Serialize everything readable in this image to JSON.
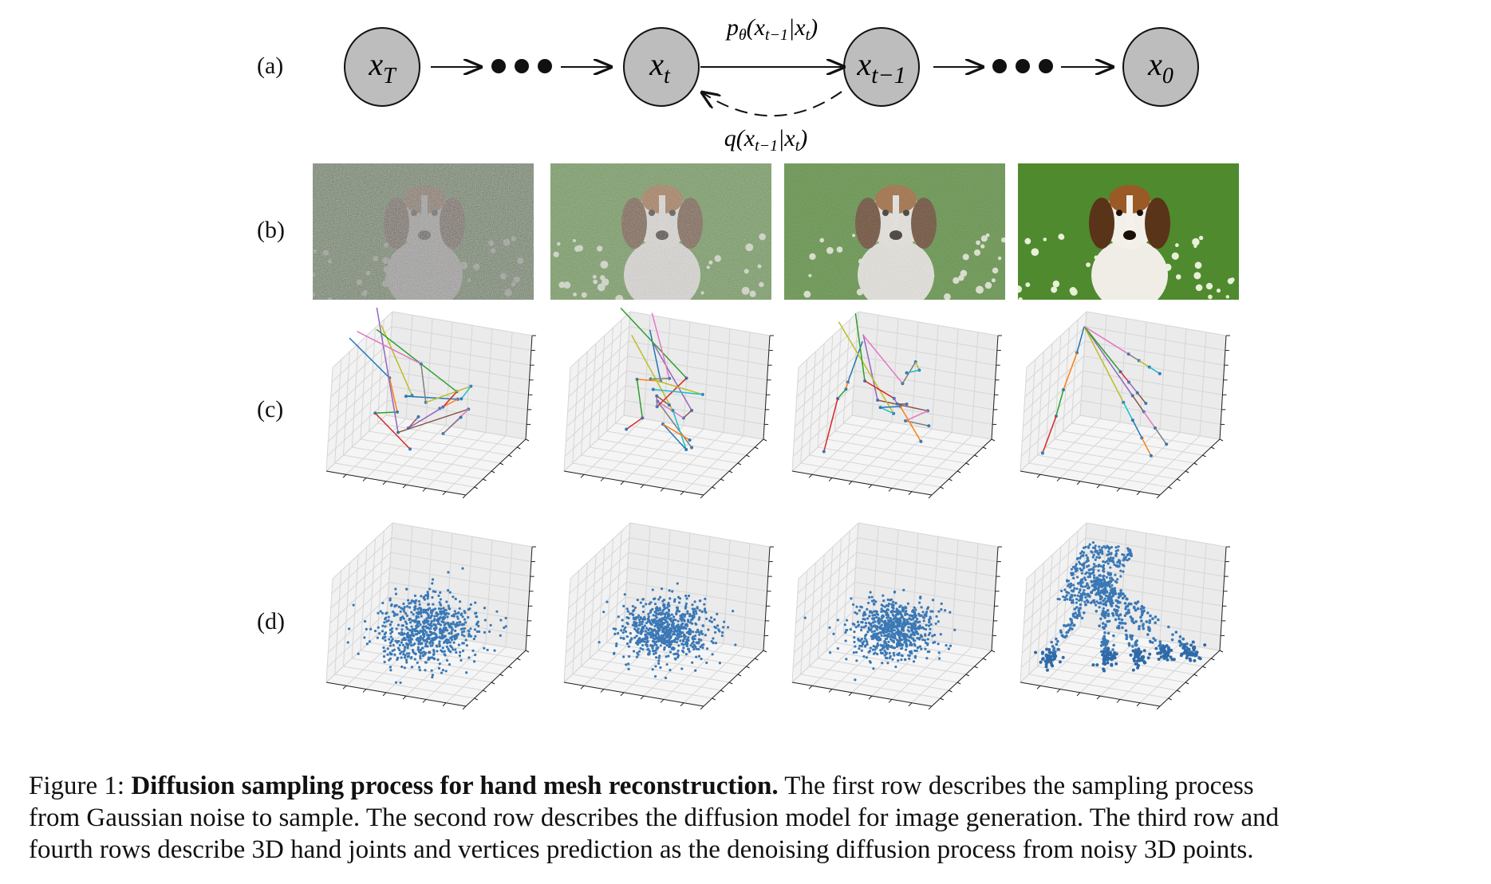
{
  "rows": {
    "a": "(a)",
    "b": "(b)",
    "c": "(c)",
    "d": "(d)"
  },
  "diagram": {
    "nodes": [
      {
        "main": "x",
        "sub": "T"
      },
      {
        "main": "x",
        "sub": "t"
      },
      {
        "main": "x",
        "sub": "t−1"
      },
      {
        "main": "x",
        "sub": "0"
      }
    ],
    "forward_label": {
      "p": "p",
      "p_sub": "θ",
      "open": "(x",
      "s1": "t−1",
      "bar": "|x",
      "s2": "t",
      "close": ")"
    },
    "reverse_label": {
      "q": "q",
      "open": "(x",
      "s1": "t−1",
      "bar": "|x",
      "s2": "t",
      "close": ")"
    }
  },
  "image_row": {
    "noise_levels": [
      1.0,
      0.7,
      0.4,
      0.0
    ]
  },
  "colors": {
    "node_fill": "#bdbdbd",
    "pane": "#f2f2f2",
    "grid": "#d6d6d6",
    "point": "#3a78b5"
  },
  "caption": {
    "label": "Figure 1: ",
    "title": "Diffusion sampling process for hand mesh reconstruction.",
    "line1_rest": " The first row describes the sampling process",
    "line2": "from Gaussian noise to sample. The second row describes the diffusion model for image generation. The third row and",
    "line3": "fourth rows describe 3D hand joints and vertices prediction as the denoising diffusion process from noisy 3D points."
  }
}
